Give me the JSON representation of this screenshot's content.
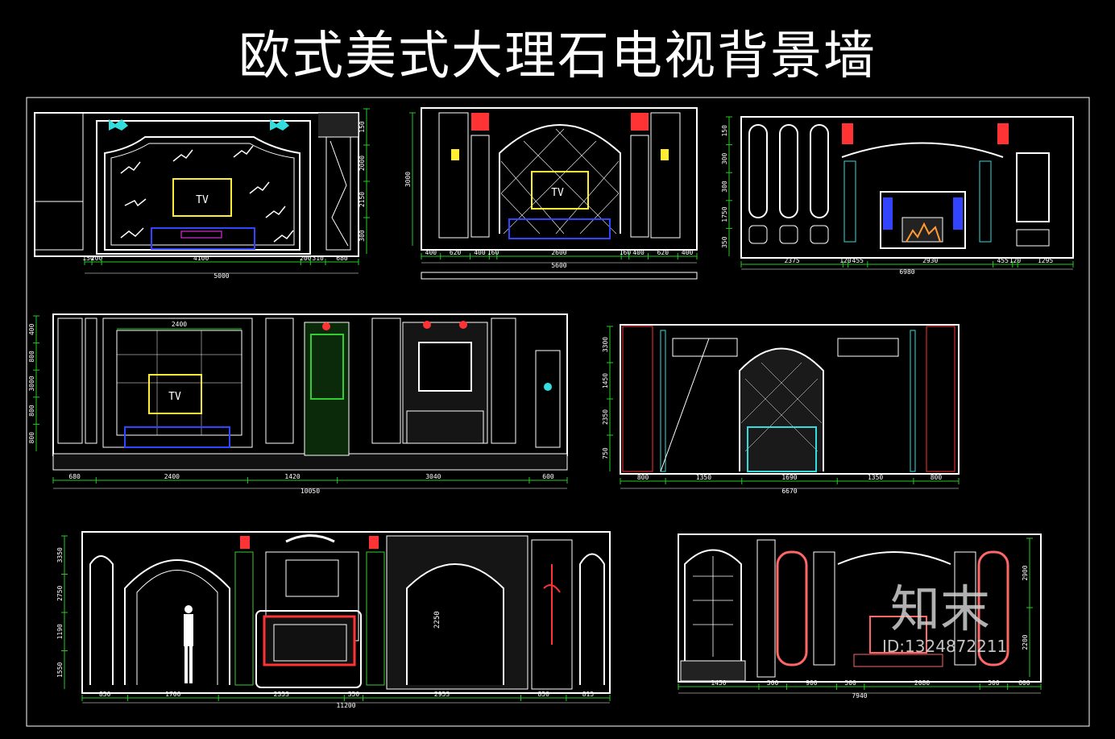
{
  "title": "欧式美式大理石电视背景墙",
  "watermark": {
    "brand": "知末",
    "id": "ID:1324872211"
  },
  "colors": {
    "line": "#ffffff",
    "dim": "#22cc22",
    "cyan": "#33dddd",
    "red": "#ff3333",
    "blue": "#3344ff",
    "magenta": "#ff33ff",
    "yellow": "#ffee33",
    "green": "#33cc33"
  },
  "panels": [
    {
      "tv_label": "TV",
      "dims_bottom": [
        "150",
        "200",
        "4100",
        "200",
        "310",
        "680"
      ],
      "dim_total": "5000",
      "dims_side": [
        "150",
        "2000",
        "2150",
        "300"
      ]
    },
    {
      "tv_label": "TV",
      "dims_bottom": [
        "400",
        "620",
        "400",
        "160",
        "2600",
        "160",
        "400",
        "620",
        "400"
      ],
      "dim_total": "5600",
      "dims_side": [
        "3000"
      ]
    },
    {
      "dims_bottom": [
        "2375",
        "120",
        "455",
        "2930",
        "455",
        "120",
        "1295"
      ],
      "dim_total": "6980",
      "dims_side": [
        "150",
        "300",
        "300",
        "1750",
        "350"
      ]
    },
    {
      "tv_label": "TV",
      "dims_top": [
        "2400"
      ],
      "dims_bottom": [
        "680",
        "2400",
        "1420",
        "3040",
        "600"
      ],
      "dim_total": "10050",
      "dims_side": [
        "400",
        "800",
        "3000",
        "800",
        "800"
      ]
    },
    {
      "dims_bottom": [
        "800",
        "1350",
        "1690",
        "1350",
        "800"
      ],
      "dim_total": "6670",
      "dims_side": [
        "3300",
        "1450",
        "2350",
        "750"
      ]
    },
    {
      "dims_bottom": [
        "850",
        "1700",
        "2353",
        "350",
        "2953",
        "850",
        "815"
      ],
      "dim_total": "11200",
      "dims_side": [
        "3350",
        "2750",
        "1190",
        "1550"
      ],
      "arch_dim": "2250"
    },
    {
      "dims_bottom": [
        "1450",
        "500",
        "900",
        "500",
        "2080",
        "500",
        "600"
      ],
      "dim_total": "7940",
      "dims_side": [
        "2900",
        "2200"
      ]
    }
  ]
}
